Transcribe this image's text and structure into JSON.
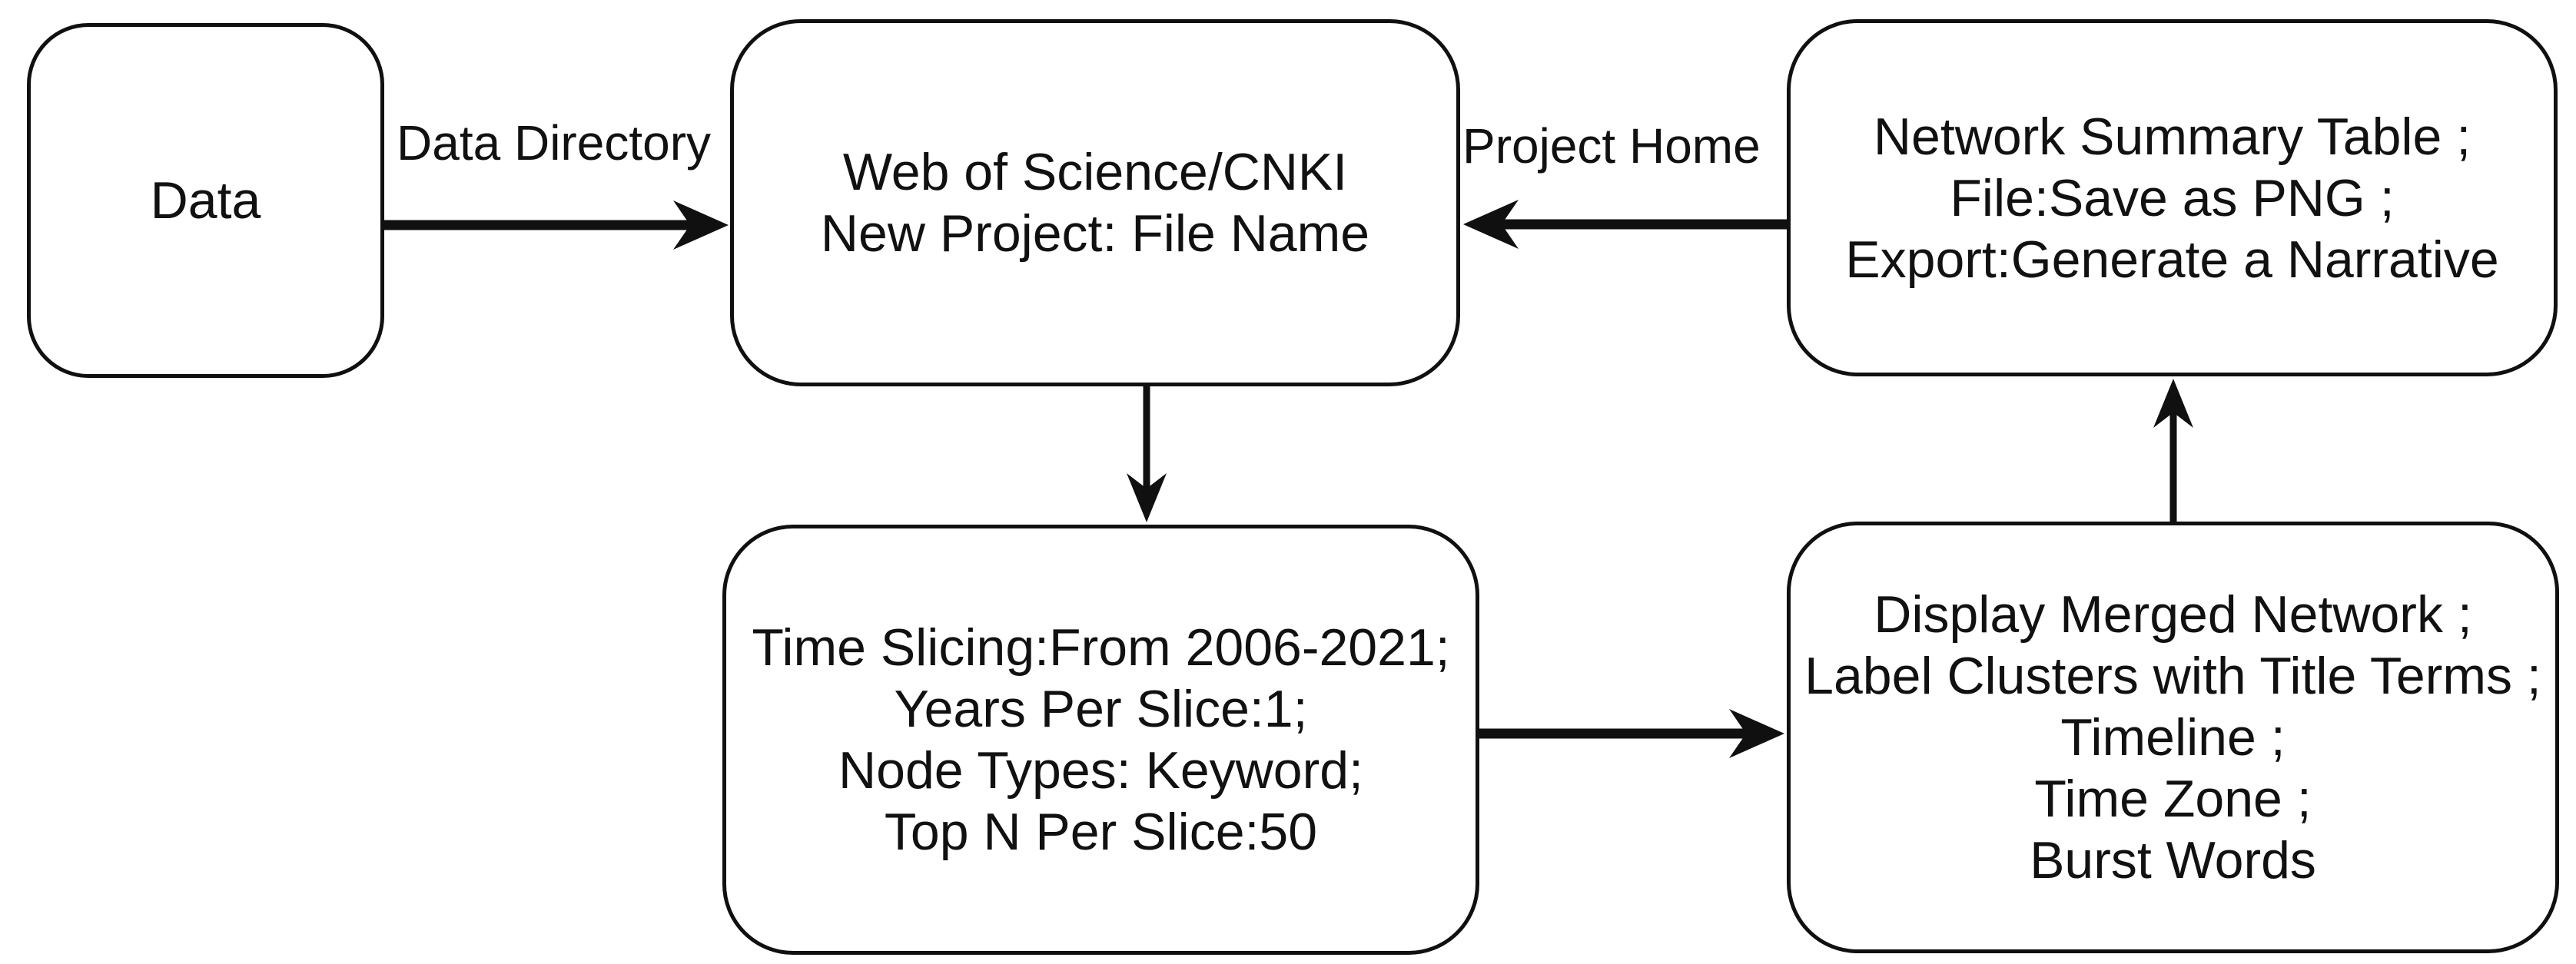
{
  "diagram": {
    "type": "flowchart",
    "background_color": "#ffffff",
    "stroke_color": "#101010",
    "text_color": "#111111",
    "nodes": {
      "data": {
        "lines": [
          "Data"
        ]
      },
      "wos": {
        "lines": [
          "Web of Science/CNKI",
          "New Project: File Name"
        ]
      },
      "summary": {
        "lines": [
          "Network Summary Table ;",
          "File:Save as PNG ;",
          "Export:Generate a Narrative"
        ]
      },
      "slicing": {
        "lines": [
          "Time Slicing:From 2006-2021;",
          "Years Per Slice:1;",
          "Node Types: Keyword;",
          "Top N Per Slice:50"
        ]
      },
      "display": {
        "lines": [
          "Display Merged Network ;",
          "Label Clusters with Title Terms ;",
          "Timeline ;",
          "Time Zone ;",
          "Burst Words"
        ]
      }
    },
    "edges": {
      "data_to_wos": {
        "label": "Data Directory",
        "direction": "right"
      },
      "summary_to_wos": {
        "label": "Project Home",
        "direction": "left"
      },
      "wos_to_slicing": {
        "label": "",
        "direction": "down"
      },
      "slicing_to_display": {
        "label": "",
        "direction": "right"
      },
      "display_to_summary": {
        "label": "",
        "direction": "up"
      }
    }
  }
}
